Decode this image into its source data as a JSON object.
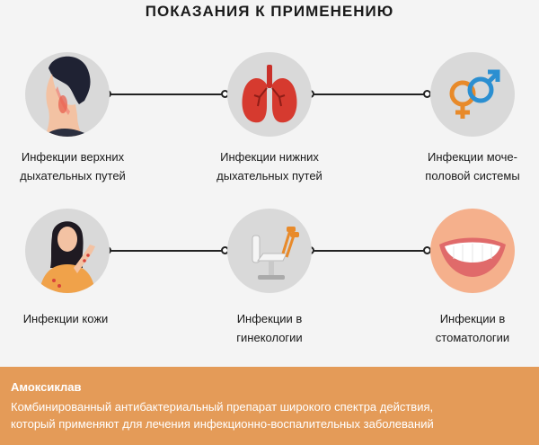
{
  "title": "ПОКАЗАНИЯ К ПРИМЕНЕНИЮ",
  "indications": {
    "upper_respiratory": {
      "line1": "Инфекции верхних",
      "line2": "дыхательных путей",
      "icon": "throat-icon"
    },
    "lower_respiratory": {
      "line1": "Инфекции нижних",
      "line2": "дыхательных путей",
      "icon": "lungs-icon"
    },
    "urogenital": {
      "line1": "Инфекции моче-",
      "line2": "половой системы",
      "icon": "gender-symbols-icon"
    },
    "skin": {
      "line1": "Инфекции кожи",
      "icon": "skin-rash-icon"
    },
    "gynecology": {
      "line1": "Инфекции в",
      "line2": "гинекологии",
      "icon": "gyno-chair-icon"
    },
    "dentistry": {
      "line1": "Инфекции в",
      "line2": "стоматологии",
      "icon": "smile-icon"
    }
  },
  "footer": {
    "title": "Амоксиклав",
    "text_line1": "Комбинированный антибактериальный препарат широкого спектра действия,",
    "text_line2": "который применяют для лечения инфекционно-воспалительных заболеваний"
  },
  "colors": {
    "accent": "#e49b58",
    "circle_bg": "#d9d9d9",
    "lungs": "#d63a2f",
    "male_symbol": "#2b8fd1",
    "female_symbol": "#e88a2a"
  }
}
